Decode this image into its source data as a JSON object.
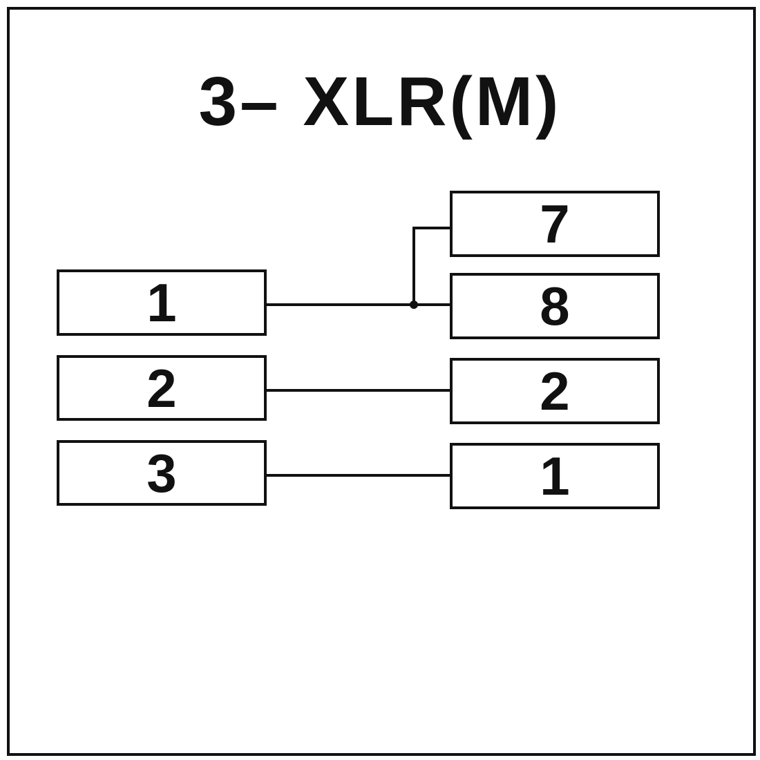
{
  "title": "3– XLR(M)",
  "colors": {
    "line": "#111111",
    "background": "#ffffff"
  },
  "left_pins": [
    {
      "label": "1"
    },
    {
      "label": "2"
    },
    {
      "label": "3"
    }
  ],
  "right_pins": [
    {
      "label": "7"
    },
    {
      "label": "8"
    },
    {
      "label": "2"
    },
    {
      "label": "1"
    }
  ]
}
